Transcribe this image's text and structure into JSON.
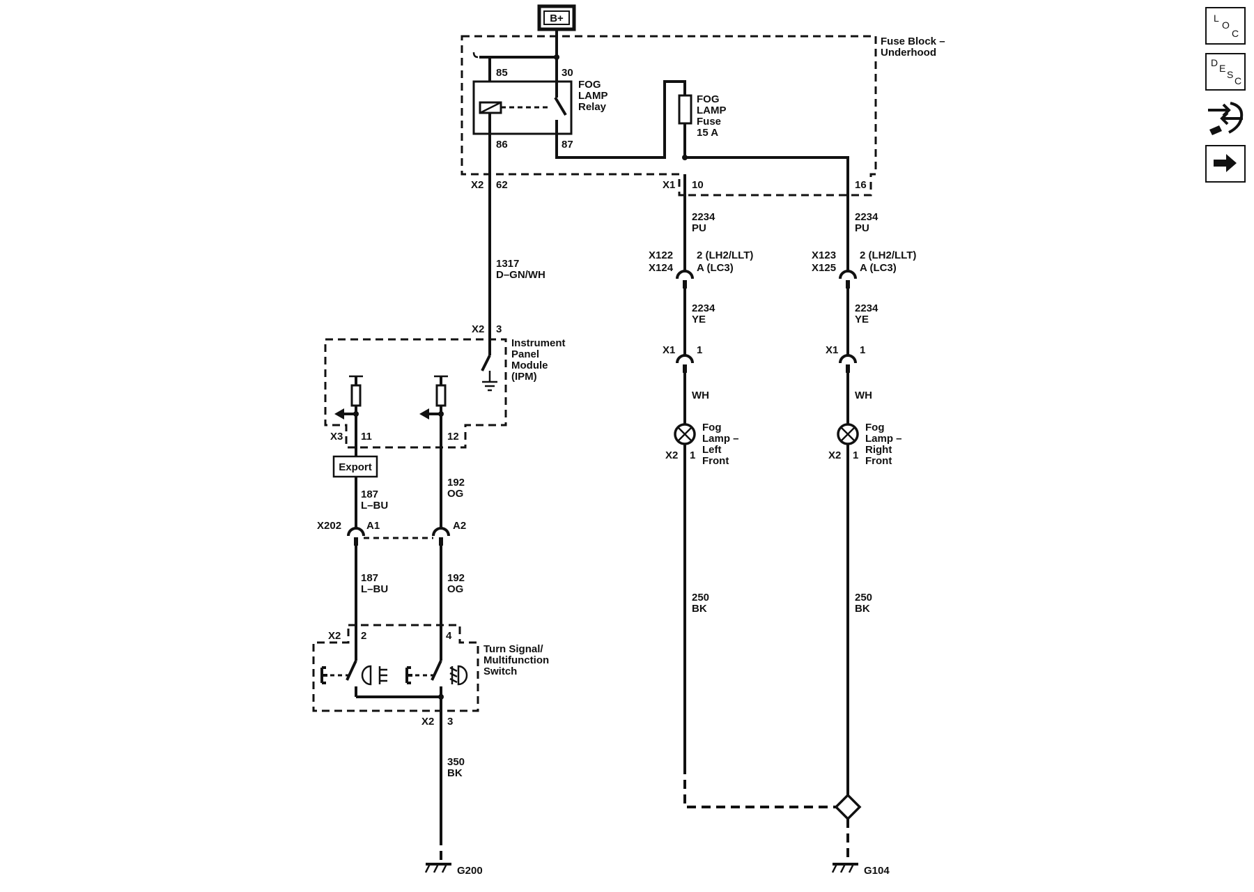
{
  "supply": {
    "label": "B+"
  },
  "fuse_block": {
    "title_line1": "Fuse Block –",
    "title_line2": "Underhood"
  },
  "relay": {
    "name_line1": "FOG",
    "name_line2": "LAMP",
    "name_line3": "Relay",
    "pin_85": "85",
    "pin_30": "30",
    "pin_86": "86",
    "pin_87": "87"
  },
  "fuse": {
    "name_line1": "FOG",
    "name_line2": "LAMP",
    "name_line3": "Fuse",
    "rating": "15 A"
  },
  "fuse_block_connectors": {
    "x2": "X2",
    "x2_pin": "62",
    "x1": "X1",
    "x1_pin_10": "10",
    "x1_pin_16": "16"
  },
  "wire_1317": {
    "circuit": "1317",
    "color": "D–GN/WH"
  },
  "ipm": {
    "conn_x2": "X2",
    "conn_x2_pin": "3",
    "name_line1": "Instrument",
    "name_line2": "Panel",
    "name_line3": "Module",
    "name_line4": "(IPM)",
    "conn_x3": "X3",
    "pin_11": "11",
    "pin_12": "12"
  },
  "export_label": "Export",
  "wire_187_upper": {
    "circuit": "187",
    "color": "L–BU"
  },
  "wire_192_upper": {
    "circuit": "192",
    "color": "OG"
  },
  "x202": {
    "name": "X202",
    "pin_a1": "A1",
    "pin_a2": "A2"
  },
  "wire_187_lower": {
    "circuit": "187",
    "color": "L–BU"
  },
  "wire_192_lower": {
    "circuit": "192",
    "color": "OG"
  },
  "switch": {
    "conn_x2": "X2",
    "pin_2": "2",
    "pin_4": "4",
    "name_line1": "Turn Signal/",
    "name_line2": "Multifunction",
    "name_line3": "Switch",
    "out_conn": "X2",
    "out_pin": "3"
  },
  "wire_350": {
    "circuit": "350",
    "color": "BK"
  },
  "ground_g200": "G200",
  "left_branch": {
    "wire_top_circuit": "2234",
    "wire_top_color": "PU",
    "conn_a": "X122",
    "conn_b": "X124",
    "pin_a": "2 (LH2/LLT)",
    "pin_b": "A (LC3)",
    "wire_mid_circuit": "2234",
    "wire_mid_color": "YE",
    "conn_x1": "X1",
    "conn_x1_pin": "1",
    "wire_wh": "WH",
    "lamp_line1": "Fog",
    "lamp_line2": "Lamp –",
    "lamp_line3": "Left",
    "lamp_line4": "Front",
    "lamp_conn": "X2",
    "lamp_pin": "1",
    "wire_bot_circuit": "250",
    "wire_bot_color": "BK"
  },
  "right_branch": {
    "wire_top_circuit": "2234",
    "wire_top_color": "PU",
    "conn_a": "X123",
    "conn_b": "X125",
    "pin_a": "2 (LH2/LLT)",
    "pin_b": "A (LC3)",
    "wire_mid_circuit": "2234",
    "wire_mid_color": "YE",
    "conn_x1": "X1",
    "conn_x1_pin": "1",
    "wire_wh": "WH",
    "lamp_line1": "Fog",
    "lamp_line2": "Lamp –",
    "lamp_line3": "Right",
    "lamp_line4": "Front",
    "lamp_conn": "X2",
    "lamp_pin": "1",
    "wire_bot_circuit": "250",
    "wire_bot_color": "BK"
  },
  "ground_g104": "G104",
  "side_icons": {
    "loc_1": "L",
    "loc_2": "O",
    "loc_3": "C",
    "desc_1": "D",
    "desc_2": "E",
    "desc_3": "S",
    "desc_4": "C",
    "icons": [
      "location-icon",
      "description-icon",
      "connector-tool-icon",
      "next-arrow-icon"
    ]
  }
}
